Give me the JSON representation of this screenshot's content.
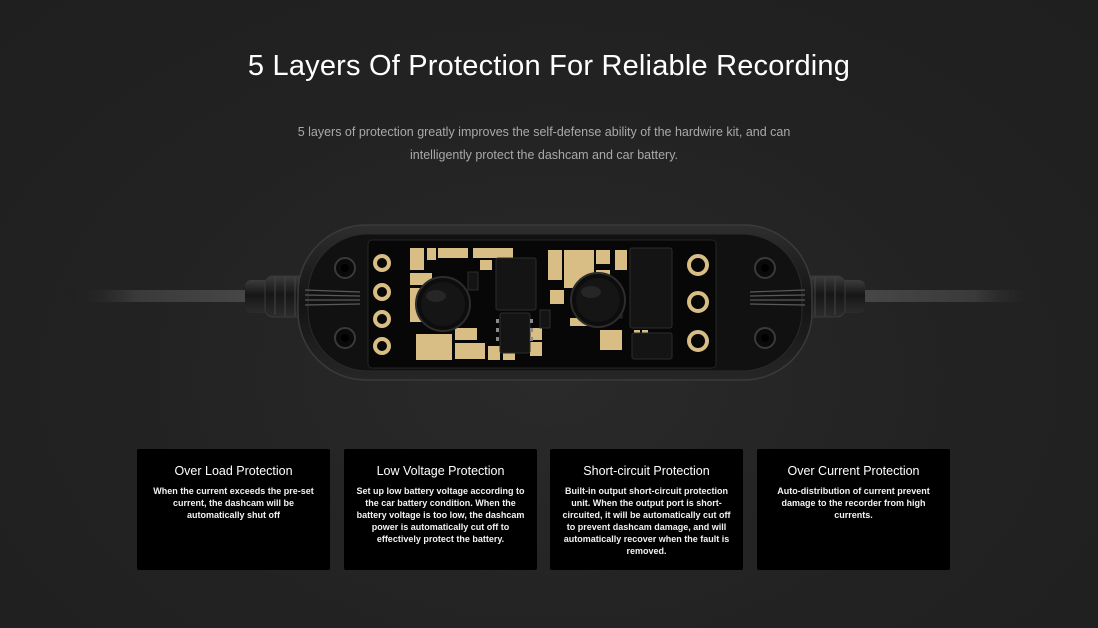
{
  "header": {
    "title": "5 Layers Of Protection For Reliable Recording",
    "subtitle": "5 layers of protection greatly improves the self-defense ability of the hardwire kit, and can intelligently protect the dashcam and car battery."
  },
  "image": {
    "icon": "hardwire-kit-circuit-board-image"
  },
  "cards": [
    {
      "title": "Over Load Protection",
      "description": "When the current exceeds the pre-set current, the dashcam will be automatically shut off"
    },
    {
      "title": "Low Voltage Protection",
      "description": "Set up low battery voltage according to the car battery condition. When the battery voltage is too low, the dashcam power is automatically cut off to effectively protect the battery."
    },
    {
      "title": "Short-circuit Protection",
      "description": "Built-in output short-circuit protection unit. When the output port is short-circuited, it will be automatically cut off to prevent dashcam damage, and will automatically recover when the fault is removed."
    },
    {
      "title": "Over Current Protection",
      "description": "Auto-distribution of current prevent damage to the recorder from high currents."
    }
  ],
  "colors": {
    "background": "#232323",
    "card_background": "#000000",
    "gold": "#d8bd85"
  }
}
